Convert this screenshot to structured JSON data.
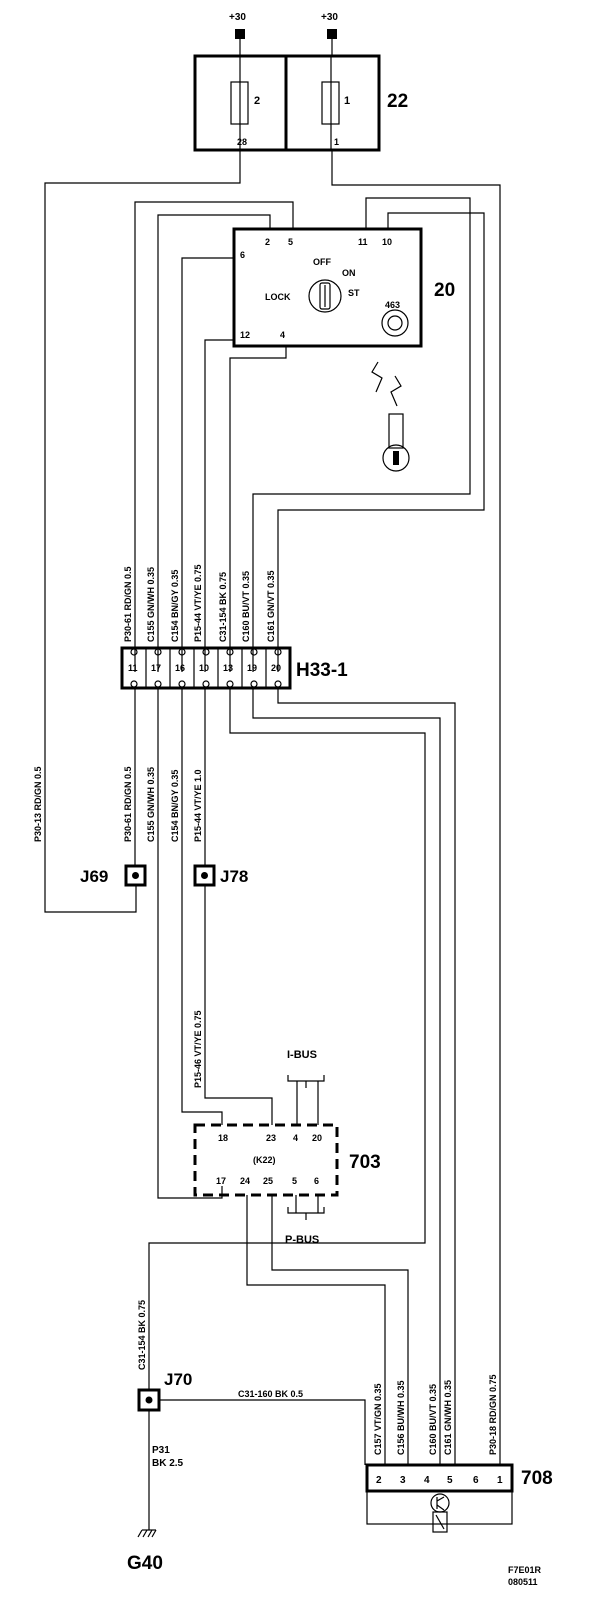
{
  "supply": {
    "left": "+30",
    "right": "+30"
  },
  "c22": {
    "id": "22",
    "fuse_left": "2",
    "fuse_right": "1",
    "pin_left": "28",
    "pin_right": "1"
  },
  "c20": {
    "id": "20",
    "pins": {
      "p2": "2",
      "p5": "5",
      "p11": "11",
      "p10": "10",
      "p6": "6",
      "p12": "12",
      "p4": "4"
    },
    "off": "OFF",
    "on": "ON",
    "st": "ST",
    "lock": "LOCK",
    "part": "463"
  },
  "wires_upper": [
    "P30-61 RD/GN 0.5",
    "C155 GN/WH 0.35",
    "C154 BN/GY 0.35",
    "P15-44 VT/YE 0.75",
    "C31-154 BK 0.75",
    "C160 BU/VT 0.35",
    "C161 GN/VT 0.35"
  ],
  "h33": {
    "id": "H33-1",
    "pins": [
      "11",
      "17",
      "16",
      "10",
      "13",
      "19",
      "20"
    ]
  },
  "wires_lower": [
    "P30-61 RD/GN 0.5",
    "C155 GN/WH 0.35",
    "C154 BN/GY 0.35",
    "P15-44 VT/YE 1.0"
  ],
  "wire_p3013": "P30-13 RD/GN 0.5",
  "j69": "J69",
  "j78": "J78",
  "wire_p1546": "P15-46 VT/YE 0.75",
  "ibus": "I-BUS",
  "c703": {
    "id": "703",
    "top_pins": [
      "18",
      "23",
      "4",
      "20"
    ],
    "bottom_pins": [
      "17",
      "24",
      "25",
      "5",
      "6"
    ],
    "sub": "(K22)"
  },
  "pbus": "P-BUS",
  "wire_c31154": "C31-154 BK 0.75",
  "j70": "J70",
  "wire_c31160": "C31-160 BK 0.5",
  "wires_708": [
    "C157 VT/GN 0.35",
    "C156 BU/WH 0.35",
    "C160 BU/VT 0.35",
    "C161 GN/WH 0.35",
    "P30-18 RD/GN 0.75"
  ],
  "c708": {
    "id": "708",
    "pins": [
      "2",
      "3",
      "4",
      "5",
      "6",
      "1"
    ]
  },
  "p31": {
    "line1": "P31",
    "line2": "BK 2.5"
  },
  "g40": "G40",
  "ref": {
    "line1": "F7E01R",
    "line2": "080511"
  }
}
